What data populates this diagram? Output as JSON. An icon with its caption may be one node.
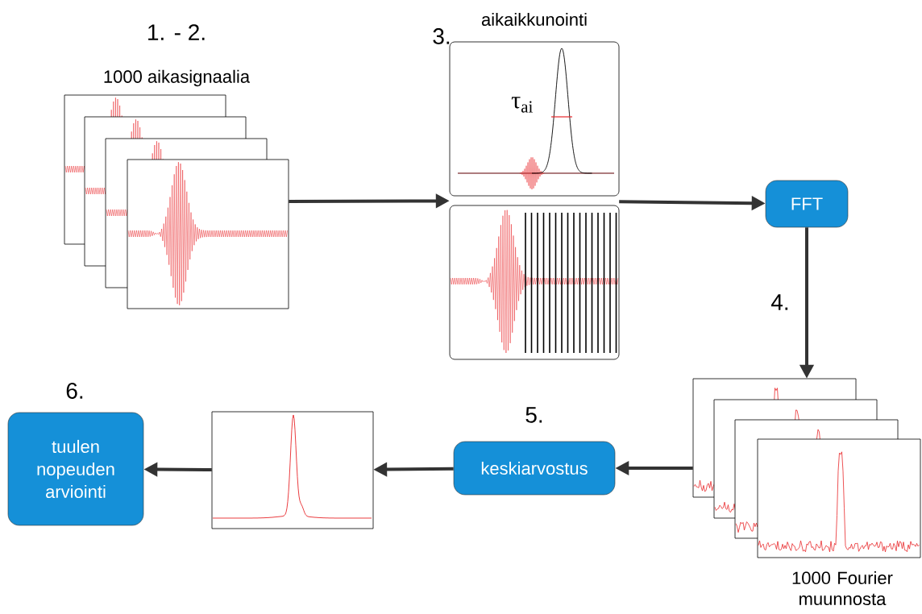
{
  "diagram": {
    "nodes": [
      {
        "text": [
          "1000 aikasignaalia"
        ]
      },
      {
        "text": [
          "aikaikkunointi",
          "τ$_{ai}$"
        ]
      },
      {
        "text": [
          "FFT"
        ]
      },
      {
        "text": [
          "1000 Fourier muunnosta"
        ]
      },
      {
        "text": [
          "keskiarvostus"
        ]
      },
      {
        "text": [],
        "shape": "picture"
      },
      {
        "text": [
          "tuulen nopeuden arviointi"
        ]
      }
    ],
    "edges": [
      {
        "from": 0,
        "to": 1,
        "arrow": "to"
      },
      {
        "from": 1,
        "to": 2,
        "arrow": "to"
      },
      {
        "from": 2,
        "to": 3,
        "arrow": "to"
      },
      {
        "from": 3,
        "to": 4,
        "arrow": "to"
      },
      {
        "from": 4,
        "to": 5,
        "arrow": "to"
      },
      {
        "from": 5,
        "to": 6,
        "arrow": "to"
      }
    ],
    "labels": [
      "1. - 2.",
      "3.",
      "4.",
      "5.",
      "6."
    ]
  }
}
